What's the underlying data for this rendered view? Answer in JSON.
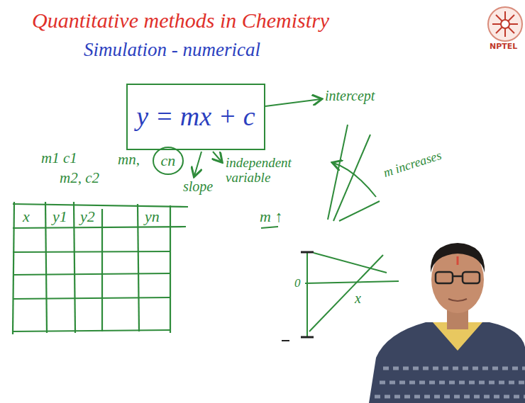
{
  "diagram": {
    "title": "Quantitative methods in Chemistry",
    "nodes": [
      {
        "text": [
          "y = mx + c"
        ]
      },
      {
        "text": [
          "cn"
        ]
      }
    ],
    "labels": [
      "Simulation - numerical",
      "intercept",
      "slope",
      "independent variable",
      "m1 c1",
      "m2, c2",
      "mn,",
      "x",
      "y1",
      "y2",
      "yn",
      "m increases",
      "m ↑",
      "0",
      "x",
      "NPTEL"
    ]
  }
}
